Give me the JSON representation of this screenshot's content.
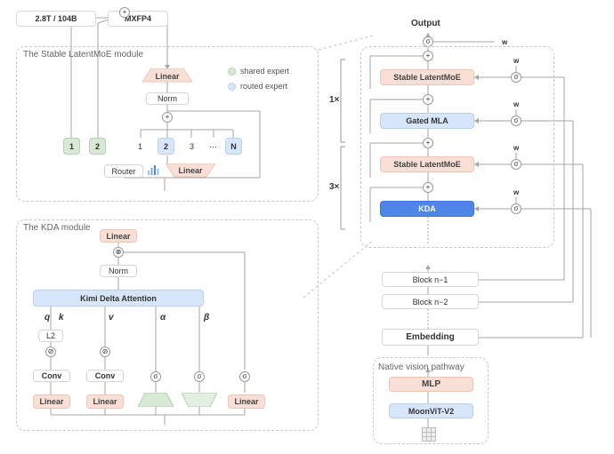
{
  "tags": [
    "2.8T / 104B",
    "MXFP4"
  ],
  "moe_module": {
    "title": "The Stable LatentMoE module",
    "linear_top": "Linear",
    "norm": "Norm",
    "plus": "+",
    "shared_experts": [
      "1",
      "2"
    ],
    "routed_experts": [
      "1",
      "2",
      "3",
      "···",
      "N"
    ],
    "router": "Router",
    "linear_bottom": "Linear",
    "legend": {
      "shared": "shared expert",
      "routed": "routed expert"
    }
  },
  "kda_module": {
    "title": "The KDA module",
    "linear_top": "Linear",
    "gate_op": "⊗",
    "norm": "Norm",
    "attention": "Kimi Delta Attention",
    "labels": {
      "q": "q",
      "k": "k",
      "v": "v",
      "alpha": "α",
      "beta": "β"
    },
    "l2": "L2",
    "silu": "⊘",
    "sigma": "σ",
    "conv": "Conv",
    "linear": "Linear"
  },
  "stack": {
    "output": "Output",
    "w": "w",
    "sigma": "σ",
    "plus": "+",
    "repeat_1x": "1×",
    "repeat_3x": "3×",
    "stable_latentmoe_top": "Stable LatentMoE",
    "gated_mla": "Gated MLA",
    "stable_latentmoe_bottom": "Stable LatentMoE",
    "kda": "KDA",
    "block_n1": "Block n−1",
    "block_n2": "Block n−2",
    "embedding": "Embedding",
    "vision": {
      "title": "Native vision pathway",
      "mlp": "MLP",
      "vit": "MoonViT-V2"
    }
  },
  "colors": {
    "salmon": "#f9dfd6",
    "blue": "#d8e6fb",
    "deep_blue": "#4c86e6",
    "green": "#d8e9d6",
    "line": "#9a9a9a"
  }
}
